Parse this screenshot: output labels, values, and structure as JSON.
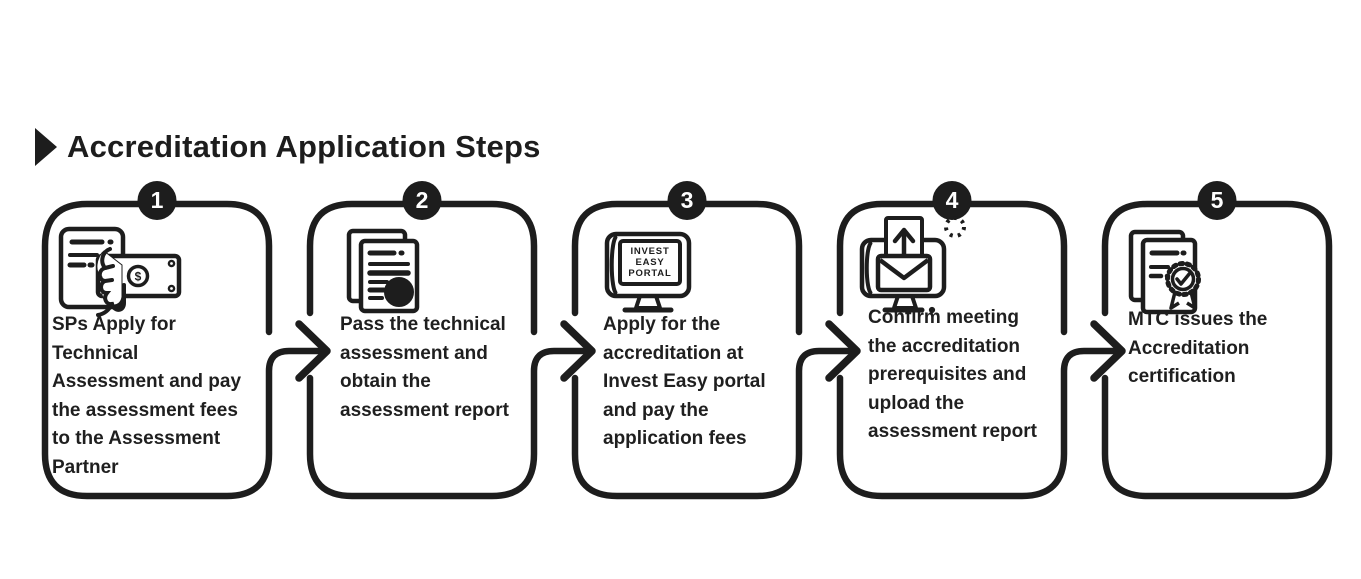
{
  "title": "Accreditation Application Steps",
  "colors": {
    "ink": "#1d1d1d",
    "text": "#1f1f1f",
    "background": "#ffffff",
    "badge_text": "#ffffff"
  },
  "steps": [
    {
      "number": "1",
      "icon": "payment-hand-icon",
      "currency_symbol": "$",
      "description": "SPs Apply for\nTechnical\nAssessment and pay\nthe assessment fees\nto the Assessment\nPartner"
    },
    {
      "number": "2",
      "icon": "assessment-report-icon",
      "description": "Pass the technical\nassessment and\nobtain the\nassessment report"
    },
    {
      "number": "3",
      "icon": "invest-easy-portal-icon",
      "screen_label": "INVEST\nEASY\nPORTAL",
      "description": "Apply for the\naccreditation at\nInvest Easy portal\nand pay the\napplication fees"
    },
    {
      "number": "4",
      "icon": "upload-report-icon",
      "description": "Confirm meeting\nthe accreditation\nprerequisites  and\nupload the\nassessment report"
    },
    {
      "number": "5",
      "icon": "certificate-icon",
      "description": "MTC issues the\nAccreditation\ncertification"
    }
  ]
}
